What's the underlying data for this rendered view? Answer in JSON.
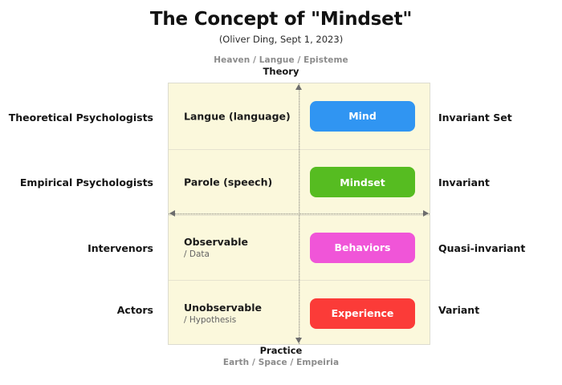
{
  "header": {
    "title": "The Concept of \"Mindset\"",
    "subtitle": "(Oliver Ding, Sept 1, 2023)"
  },
  "axes": {
    "top_faint": "Heaven / Langue / Episteme",
    "top_pole": "Theory",
    "bottom_pole": "Practice",
    "bottom_faint": "Earth / Space / Empeiria"
  },
  "chart_data": {
    "type": "table",
    "title": "The Concept of \"Mindset\"",
    "subtitle": "(Oliver Ding, Sept 1, 2023)",
    "vertical_axis": {
      "top_label": "Theory",
      "top_annotation": "Heaven / Langue / Episteme",
      "bottom_label": "Practice",
      "bottom_annotation": "Earth / Space / Empeiria"
    },
    "rows": [
      {
        "actor": "Theoretical Psychologists",
        "concept": "Langue (language)",
        "concept_sub": "",
        "entity": "Mind",
        "entity_color": "#3095f2",
        "invariance": "Invariant Set"
      },
      {
        "actor": "Empirical Psychologists",
        "concept": "Parole (speech)",
        "concept_sub": "",
        "entity": "Mindset",
        "entity_color": "#56bc21",
        "invariance": "Invariant"
      },
      {
        "actor": "Intervenors",
        "concept": "Observable",
        "concept_sub": "/ Data",
        "entity": "Behaviors",
        "entity_color": "#f055d8",
        "invariance": "Quasi-invariant"
      },
      {
        "actor": "Actors",
        "concept": "Unobservable",
        "concept_sub": "/ Hypothesis",
        "entity": "Experience",
        "entity_color": "#fb3b38",
        "invariance": "Variant"
      }
    ],
    "panel_background": "#fbf8dc",
    "grid": true,
    "legend": "none"
  }
}
